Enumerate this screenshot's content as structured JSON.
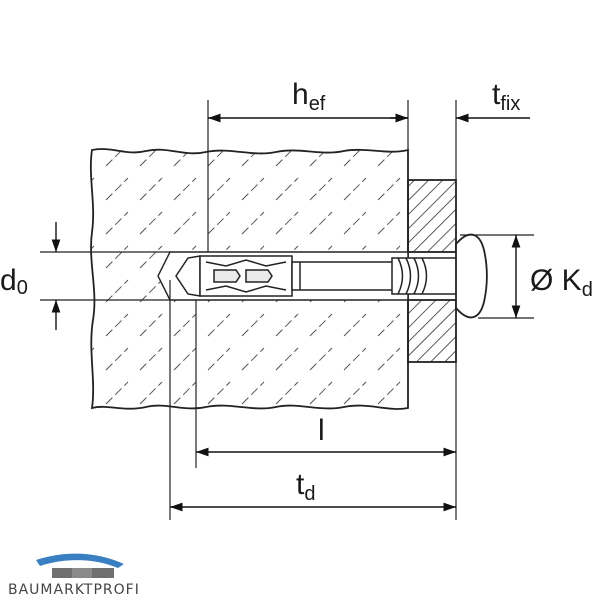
{
  "labels": {
    "h_ef": {
      "main": "h",
      "sub": "ef"
    },
    "t_fix": {
      "main": "t",
      "sub": "fix"
    },
    "d_0": {
      "main": "d",
      "sub": "0"
    },
    "k_d": {
      "main": "Ø K",
      "sub": "d"
    },
    "l": "l",
    "t_d": {
      "main": "t",
      "sub": "d"
    }
  },
  "brand": {
    "name": "BAUMARKTPROFI",
    "color": "#3a7fc1"
  }
}
